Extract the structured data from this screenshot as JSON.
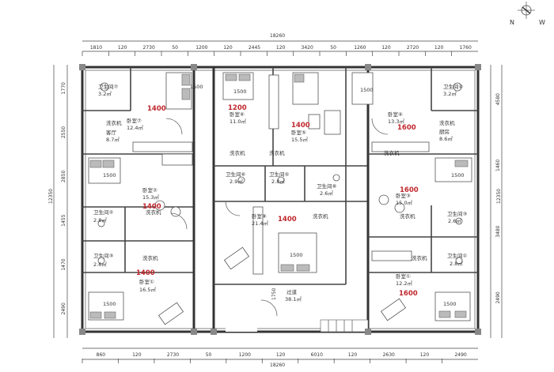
{
  "compass": {
    "n": "N",
    "w": "W"
  },
  "dims": {
    "overall": "18260",
    "top": [
      "1810",
      "120",
      "2730",
      "50",
      "1200",
      "120",
      "2445",
      "120",
      "3420",
      "50",
      "1260",
      "120",
      "2720",
      "120",
      "1760"
    ],
    "bottom": [
      "860",
      "120",
      "2730",
      "50",
      "1200",
      "120",
      "6010",
      "120",
      "2630",
      "120",
      "2490"
    ],
    "left": [
      "1770",
      "2550",
      "2850",
      "1455",
      "1470",
      "2490"
    ],
    "left_total": "12350",
    "right": [
      "4580",
      "1460",
      "3480",
      "2490"
    ],
    "right_total": "12350",
    "lobby_h": "1750"
  },
  "rooms": [
    {
      "id": "r-wc1",
      "name": "卫生间⑦",
      "area": "3.2㎡"
    },
    {
      "id": "r-bed7",
      "name": "卧室⑦",
      "area": "12.4㎡",
      "width": "1400"
    },
    {
      "id": "r-hall7",
      "name": "客厅",
      "area": "8.7㎡"
    },
    {
      "id": "r-bed6",
      "name": "卧室⑥",
      "area": "11.0㎡",
      "width": "1200"
    },
    {
      "id": "r-bed5",
      "name": "卧室⑤",
      "area": "15.5㎡",
      "width": "1400"
    },
    {
      "id": "r-bed4",
      "name": "卧室④",
      "area": "13.3㎡",
      "width": "1600"
    },
    {
      "id": "r-wc4",
      "name": "卫生间④",
      "area": "3.2㎡"
    },
    {
      "id": "r-hall4",
      "name": "厨房",
      "area": "8.6㎡"
    },
    {
      "id": "r-bed2",
      "name": "卧室②",
      "area": "15.3㎡",
      "width": "1400"
    },
    {
      "id": "r-wc2",
      "name": "卫生间②",
      "area": "2.8㎡"
    },
    {
      "id": "r-wc3",
      "name": "卫生间③",
      "area": "2.6㎡"
    },
    {
      "id": "r-bed1",
      "name": "卧室①",
      "area": "16.5㎡",
      "width": "1400"
    },
    {
      "id": "r-wc6",
      "name": "卫生间⑥",
      "area": "2.9㎡"
    },
    {
      "id": "r-wc5",
      "name": "卫生间⑤",
      "area": "2.8㎡"
    },
    {
      "id": "r-wc8",
      "name": "卫生间⑧",
      "area": "2.6㎡"
    },
    {
      "id": "r-bedc",
      "name": "卧室⑧",
      "area": "21.4㎡",
      "width": "1400"
    },
    {
      "id": "r-lobby",
      "name": "过道",
      "area": "38.1㎡"
    },
    {
      "id": "r-bed3r",
      "name": "卧室③",
      "area": "15.0㎡",
      "width": "1600"
    },
    {
      "id": "r-wc3r",
      "name": "卫生间③",
      "area": "2.6㎡"
    },
    {
      "id": "r-bed1r",
      "name": "卧室①",
      "area": "12.2㎡",
      "width": "1600"
    },
    {
      "id": "r-wc1r",
      "name": "卫生间①",
      "area": "2.8㎡"
    }
  ],
  "labels": {
    "washer": "洗衣机",
    "bed_sizes": [
      "1500",
      "1500",
      "1500",
      "1500",
      "1500",
      "1500",
      "1500",
      "1500"
    ]
  },
  "colors": {
    "accent": "#c0272d",
    "wall": "#333333"
  }
}
